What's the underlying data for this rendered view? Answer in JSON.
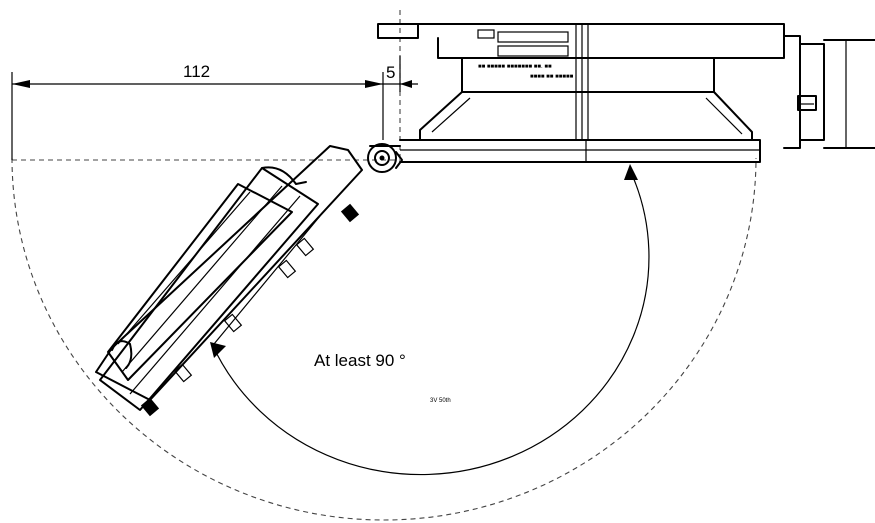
{
  "dimensions": {
    "width_label": "112",
    "offset_label": "5"
  },
  "annotations": {
    "angle_note": "At least 90 °"
  }
}
